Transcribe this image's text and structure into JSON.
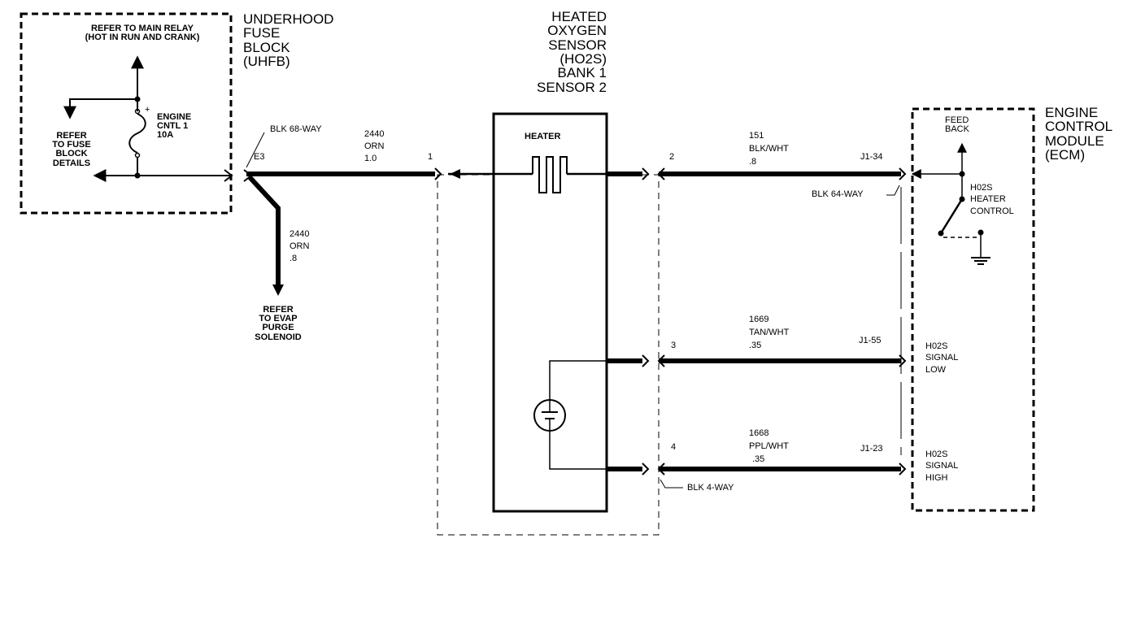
{
  "fuse_block": {
    "title": "UNDERHOOD\nFUSE\nBLOCK\n(UHFB)",
    "relay_note": "REFER TO MAIN RELAY\n(HOT IN RUN AND CRANK)",
    "fuse_details_note": "REFER\nTO FUSE\nBLOCK\nDETAILS",
    "fuse_name": "ENGINE\nCNTL 1\n10A",
    "fuse_polarity": "+"
  },
  "connectors": {
    "c68_label": "BLK 68-WAY",
    "c68_pin": "E3",
    "c64_label": "BLK 64-WAY",
    "c4_label": "BLK 4-WAY"
  },
  "sensor": {
    "title": "HEATED\nOXYGEN\nSENSOR\n(HO2S)\nBANK 1\nSENSOR 2",
    "heater_label": "HEATER"
  },
  "ecm": {
    "title": "ENGINE\nCONTROL\nMODULE\n(ECM)",
    "feedback": "FEED\nBACK",
    "heater_control": "H02S\nHEATER\nCONTROL",
    "signal_low": "H02S\nSIGNAL\nLOW",
    "signal_high": "H02S\nSIGNAL\nHIGH"
  },
  "wires": [
    {
      "circuit": "2440",
      "color": "ORN",
      "gauge": "1.0",
      "pin": "1",
      "ecm_pin": ""
    },
    {
      "circuit": "2440",
      "color": "ORN",
      "gauge": ".8",
      "pin": "",
      "ecm_pin": ""
    },
    {
      "circuit": "151",
      "color": "BLK/WHT",
      "gauge": ".8",
      "pin": "2",
      "ecm_pin": "J1-34"
    },
    {
      "circuit": "1669",
      "color": "TAN/WHT",
      "gauge": ".35",
      "pin": "3",
      "ecm_pin": "J1-55"
    },
    {
      "circuit": "1668",
      "color": "PPL/WHT",
      "gauge": ".35",
      "pin": "4",
      "ecm_pin": "J1-23"
    }
  ],
  "evap_note": "REFER\nTO EVAP\nPURGE\nSOLENOID"
}
